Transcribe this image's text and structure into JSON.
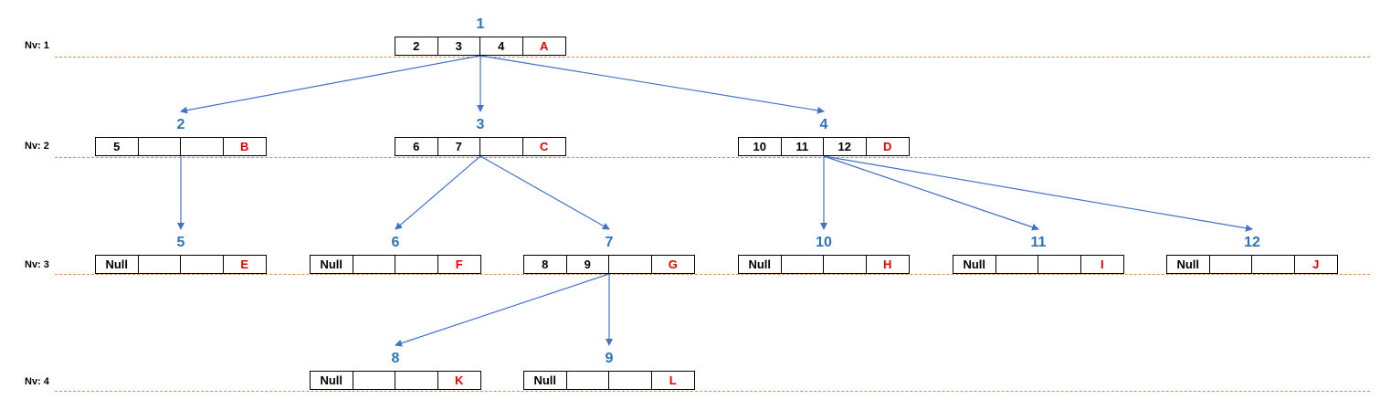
{
  "levels": [
    {
      "label": "Nv: 1"
    },
    {
      "label": "Nv: 2"
    },
    {
      "label": "Nv: 3"
    },
    {
      "label": "Nv: 4"
    }
  ],
  "nodes": [
    {
      "id": "1",
      "cells": [
        "2",
        "3",
        "4"
      ],
      "letter": "A"
    },
    {
      "id": "2",
      "cells": [
        "5",
        "",
        ""
      ],
      "letter": "B"
    },
    {
      "id": "3",
      "cells": [
        "6",
        "7",
        ""
      ],
      "letter": "C"
    },
    {
      "id": "4",
      "cells": [
        "10",
        "11",
        "12"
      ],
      "letter": "D"
    },
    {
      "id": "5",
      "cells": [
        "Null",
        "",
        ""
      ],
      "letter": "E"
    },
    {
      "id": "6",
      "cells": [
        "Null",
        "",
        ""
      ],
      "letter": "F"
    },
    {
      "id": "7",
      "cells": [
        "8",
        "9",
        ""
      ],
      "letter": "G"
    },
    {
      "id": "10",
      "cells": [
        "Null",
        "",
        ""
      ],
      "letter": "H"
    },
    {
      "id": "11",
      "cells": [
        "Null",
        "",
        ""
      ],
      "letter": "I"
    },
    {
      "id": "12",
      "cells": [
        "Null",
        "",
        ""
      ],
      "letter": "J"
    },
    {
      "id": "8",
      "cells": [
        "Null",
        "",
        ""
      ],
      "letter": "K"
    },
    {
      "id": "9",
      "cells": [
        "Null",
        "",
        ""
      ],
      "letter": "L"
    }
  ],
  "edges": [
    [
      "1",
      "2"
    ],
    [
      "1",
      "3"
    ],
    [
      "1",
      "4"
    ],
    [
      "2",
      "5"
    ],
    [
      "3",
      "6"
    ],
    [
      "3",
      "7"
    ],
    [
      "4",
      "10"
    ],
    [
      "4",
      "11"
    ],
    [
      "4",
      "12"
    ],
    [
      "7",
      "8"
    ],
    [
      "7",
      "9"
    ]
  ],
  "colors": {
    "node_id": "#2e75b6",
    "arrow": "#4472c4",
    "letter": "#e00000",
    "level_line": "#e08a4f"
  }
}
